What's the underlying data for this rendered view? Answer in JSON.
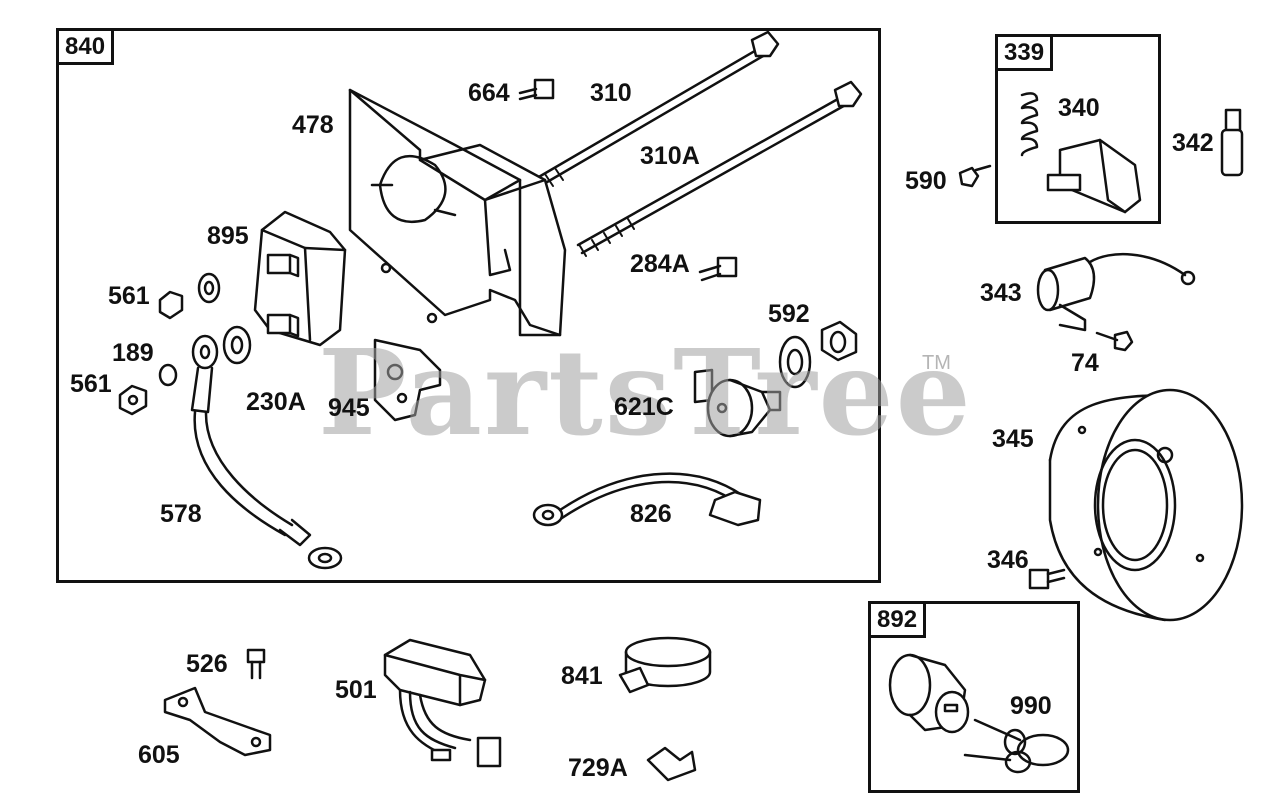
{
  "watermark": {
    "brand": "PartsTree",
    "tm": "TM"
  },
  "groups": [
    {
      "id": "g840",
      "label": "840"
    },
    {
      "id": "g339",
      "label": "339"
    },
    {
      "id": "g892",
      "label": "892"
    }
  ],
  "parts": {
    "p664": "664",
    "p310": "310",
    "p310a": "310A",
    "p478": "478",
    "p895": "895",
    "p284a": "284A",
    "p561a": "561",
    "p189": "189",
    "p561b": "561",
    "p230a": "230A",
    "p945": "945",
    "p592": "592",
    "p621c": "621C",
    "p578": "578",
    "p826": "826",
    "p340": "340",
    "p342": "342",
    "p590": "590",
    "p343": "343",
    "p74": "74",
    "p345": "345",
    "p346": "346",
    "p526": "526",
    "p605": "605",
    "p501": "501",
    "p841": "841",
    "p729a": "729A",
    "p990": "990"
  }
}
